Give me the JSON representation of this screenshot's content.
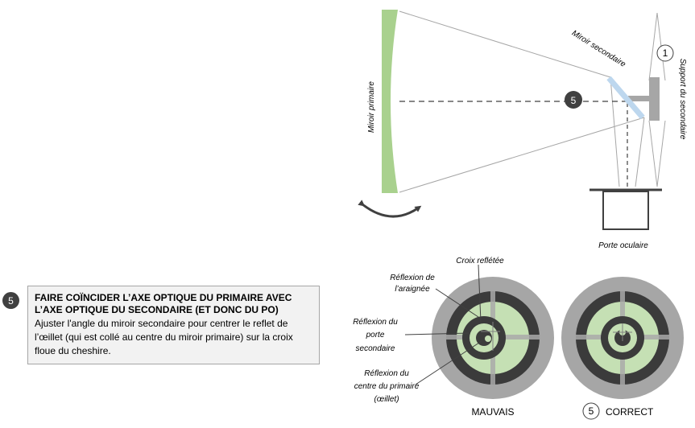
{
  "optics": {
    "primary_mirror": "Miroir primaire",
    "secondary_mirror": "Miroir secondaire",
    "secondary_support": "Support du secondaire",
    "eyepiece_holder": "Porte oculaire",
    "marker_1": "1",
    "marker_5": "5"
  },
  "step": {
    "number": "5",
    "title": "FAIRE COÏNCIDER L’AXE OPTIQUE DU PRIMAIRE AVEC L’AXE OPTIQUE DU SECONDAIRE (ET DONC DU PO)",
    "body": "Ajuster l'angle du miroir secondaire pour centrer le reflet de l’œillet (qui est collé au centre du miroir primaire) sur la croix floue du cheshire."
  },
  "views": {
    "reflected_cross": "Croix reflétée",
    "spider_reflection": [
      "Réflexion de",
      "l’araignée"
    ],
    "secondary_holder_reflection": [
      "Réflexion du",
      "porte",
      "secondaire"
    ],
    "primary_center_reflection": [
      "Réflexion du",
      "centre du primaire",
      "(œillet)"
    ],
    "wrong_label": "MAUVAIS",
    "correct_label": "CORRECT",
    "correct_marker": "5"
  },
  "colors": {
    "mirror_green": "#a9d18e",
    "secondary_blue": "#bdd7ee",
    "ring_outer": "#a6a6a6",
    "ring_dark": "#3b3b3b",
    "ring_light": "#c5e0b4",
    "badge_dark": "#404040",
    "box_fill": "#f2f2f2"
  }
}
